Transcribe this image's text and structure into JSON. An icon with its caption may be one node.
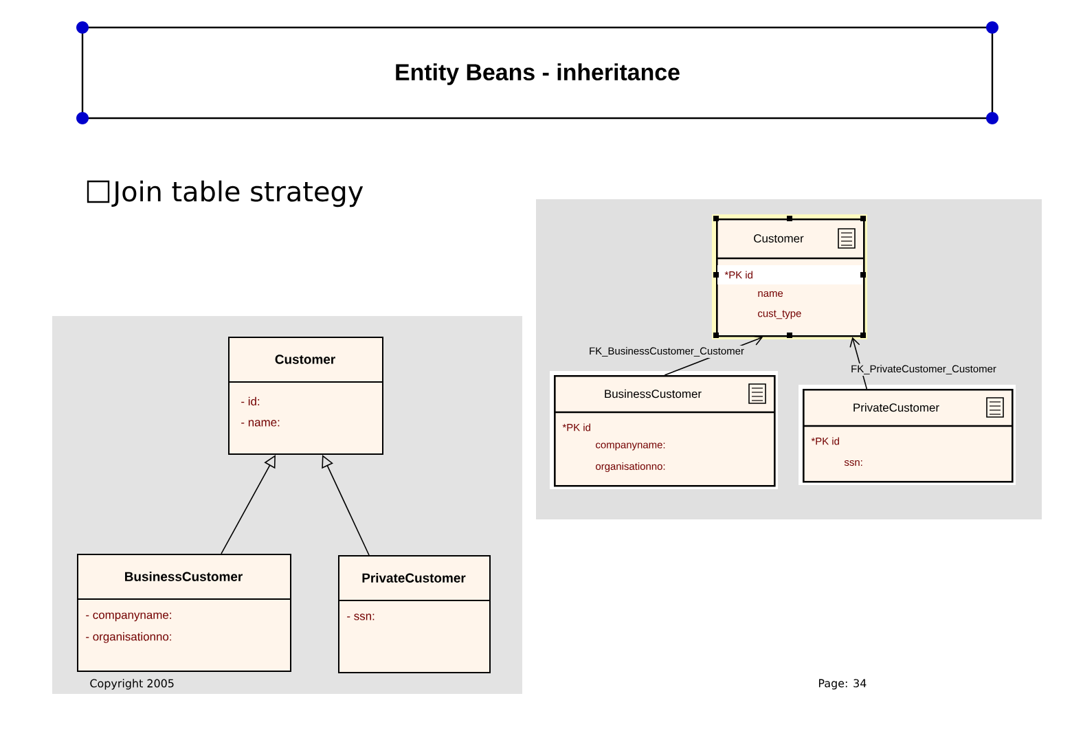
{
  "diagram": {
    "title": "Entity Beans - inheritance",
    "nodes": [
      {
        "text": [
          "Customer",
          "- id:",
          "- name:"
        ]
      },
      {
        "text": [
          "BusinessCustomer",
          "- companyname:",
          "- organisationno:"
        ]
      },
      {
        "text": [
          "PrivateCustomer",
          "- ssn:"
        ]
      },
      {
        "text": [
          "Customer",
          "*PK id",
          "name",
          "cust_type"
        ]
      },
      {
        "text": [
          "BusinessCustomer",
          "*PK id",
          "companyname:",
          "organisationno:"
        ]
      },
      {
        "text": [
          "PrivateCustomer",
          "*PK id",
          "ssn:"
        ]
      }
    ],
    "edges": [
      {
        "from": 1,
        "to": 0,
        "arrow": "to"
      },
      {
        "from": 2,
        "to": 0,
        "arrow": "to"
      },
      {
        "from": 4,
        "to": 3,
        "arrow": "to",
        "label": "FK_BusinessCustomer_Customer"
      },
      {
        "from": 5,
        "to": 3,
        "arrow": "to",
        "label": "FK_PrivateCustomer_Customer"
      }
    ],
    "labels": [
      "Join table strategy",
      "Copyright 2005",
      "Page: 34"
    ]
  }
}
